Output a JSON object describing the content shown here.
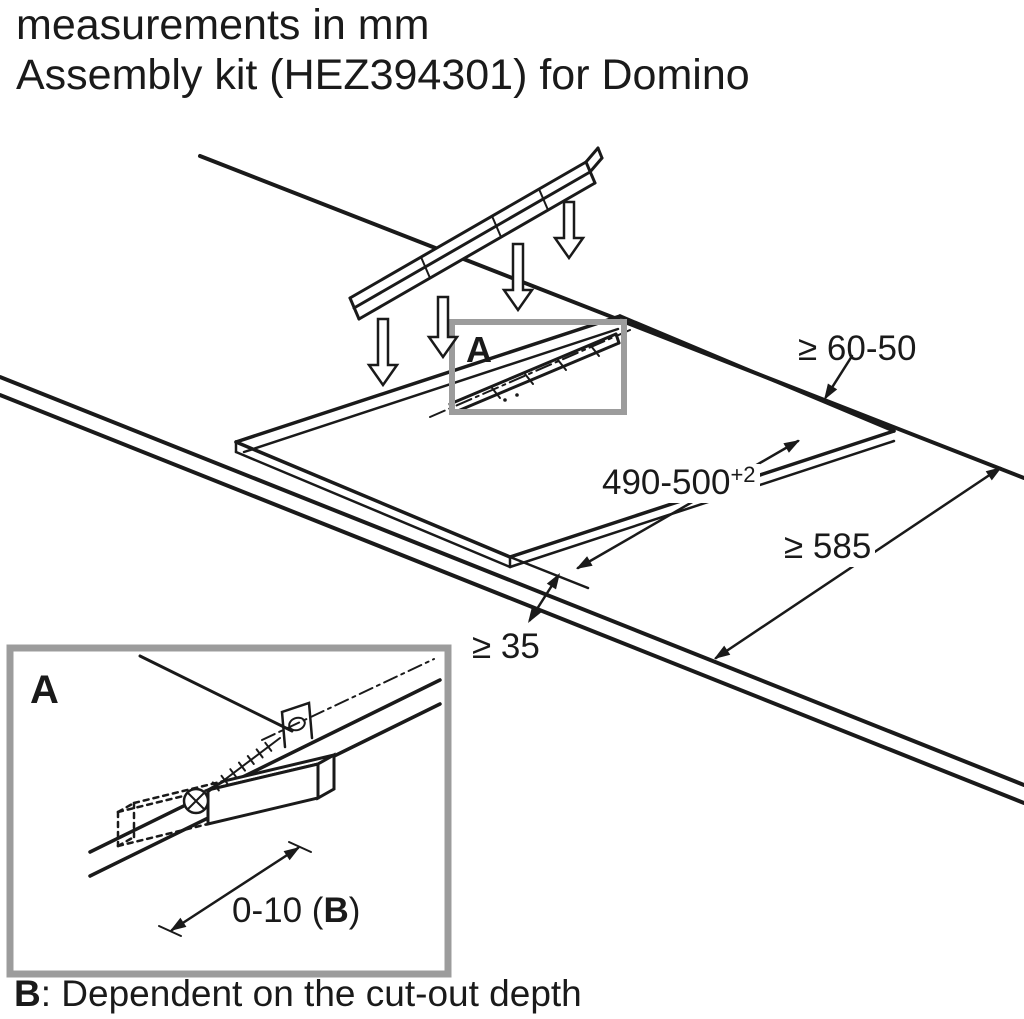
{
  "header": {
    "line1": "measurements in mm",
    "line2": "Assembly kit (HEZ394301) for Domino"
  },
  "dimensions": {
    "back_clearance": "≥ 60-50",
    "cutout_length": "490-500",
    "cutout_length_tolerance": "+2",
    "worktop_depth": "≥ 585",
    "front_clearance": "≥ 35",
    "rail_adjust_prefix": "0-10 (",
    "rail_adjust_variable": "B",
    "rail_adjust_suffix": ")"
  },
  "markers": {
    "detail_ref": "A",
    "detail_title": "A"
  },
  "footer": {
    "variable": "B",
    "note": ": Dependent on the cut-out depth"
  },
  "colors": {
    "line": "#1a1a1a",
    "detail_box_border": "#9c9c9c"
  }
}
